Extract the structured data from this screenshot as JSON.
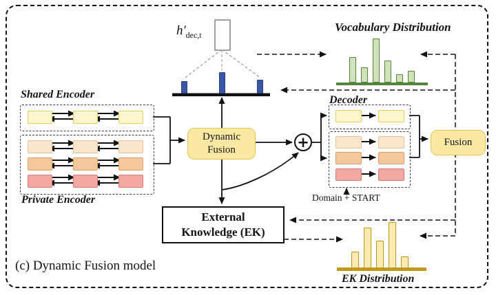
{
  "figure": {
    "caption": "(c) Dynamic Fusion model",
    "hidden_state_label": {
      "base": "h",
      "prime": "′",
      "sub": "dec,t"
    }
  },
  "labels": {
    "shared_encoder": "Shared Encoder",
    "private_encoder": "Private Encoder",
    "decoder": "Decoder",
    "domain_start": "Domain + START",
    "vocabulary_distribution": "Vocabulary Distribution",
    "ek_distribution": "EK Distribution"
  },
  "nodes": {
    "dynamic_fusion": {
      "line1": "Dynamic",
      "line2": "Fusion"
    },
    "fusion": {
      "label": "Fusion"
    },
    "external_knowledge": {
      "line1": "External",
      "line2": "Knowledge (EK)"
    },
    "add_symbol": "+"
  },
  "colors": {
    "shared_encoder_fill": "#fdf6cf",
    "shared_encoder_stroke": "#e8cb63",
    "private_row1_fill": "#fae5cf",
    "private_row2_fill": "#f5c79d",
    "private_row3_fill": "#f3a8a2",
    "node_fill": "#fbe8a3",
    "node_stroke": "#e5c355",
    "vocab_green": "#54823a",
    "ek_gold": "#c1991a",
    "attention_blue": "#3b58a8"
  },
  "chart_data": [
    {
      "id": "vocabulary",
      "type": "bar",
      "title": "Vocabulary Distribution",
      "values": [
        0.58,
        0.34,
        1.0,
        0.5,
        0.19,
        0.27
      ],
      "ylim": [
        0,
        1
      ],
      "fill": "#cfe2ba",
      "stroke": "#54823a",
      "note": "relative probability bar heights, no axis labels shown"
    },
    {
      "id": "ek",
      "type": "bar",
      "title": "EK Distribution",
      "values": [
        0.36,
        0.88,
        0.6,
        1.0,
        0.25
      ],
      "ylim": [
        0,
        1
      ],
      "fill": "#fbeab3",
      "stroke": "#c1991a",
      "note": "relative probability bar heights, no axis labels shown"
    },
    {
      "id": "attention",
      "type": "bar",
      "title": "",
      "values": [
        0.58,
        1.0,
        0.65
      ],
      "ylim": [
        0,
        1
      ],
      "fill": "#3b58a8",
      "stroke": "#27417e",
      "note": "blue weight bars above softmax line under h'dec,t"
    }
  ]
}
